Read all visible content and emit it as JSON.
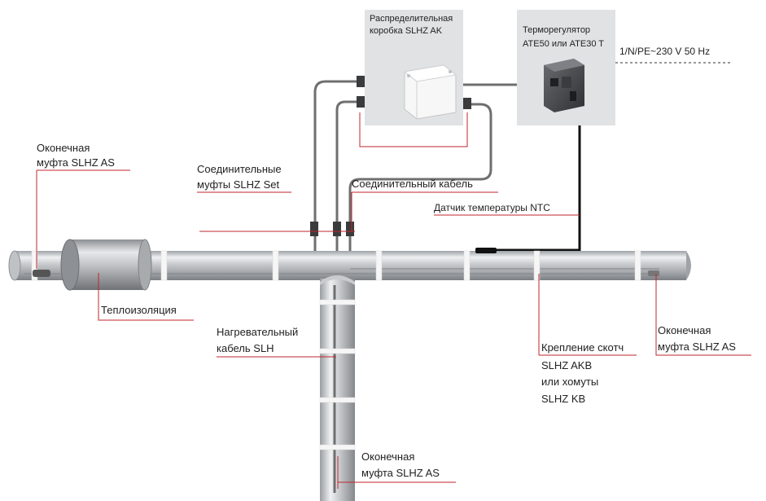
{
  "labels": {
    "end_sleeve_left": [
      "Оконечная",
      "муфта  SLHZ  AS"
    ],
    "connection_sleeves": [
      "Соединительные",
      "муфты SLHZ  Set"
    ],
    "connection_cable": "Соединительный кабель",
    "junction_box": [
      "Распределительная",
      "коробка SLHZ  AK"
    ],
    "thermostat": [
      "Терморегулятор",
      "ATE50  или  ATE30 T"
    ],
    "power": "1/N/PE~230 V 50 Hz",
    "sensor": "Датчик температуры NTC",
    "insulation": "Теплоизоляция",
    "heating_cable": [
      "Нагревательный",
      "кабель  SLH"
    ],
    "fastening": [
      "Крепление скотч",
      "SLHZ  AKB",
      "или хомуты",
      "SLHZ  KB"
    ],
    "end_sleeve_right": [
      "Оконечная",
      "муфта  SLHZ  AS"
    ],
    "end_sleeve_bottom": [
      "Оконечная",
      "муфта  SLHZ  AS"
    ]
  },
  "colors": {
    "leader": "#c0262c",
    "cable": "#6f6f6f",
    "pipe_mid": "#b9bcc0",
    "pipe_light": "#eef0f2",
    "box_bg": "#e1e2e4",
    "tape": "#f6f6f6"
  }
}
